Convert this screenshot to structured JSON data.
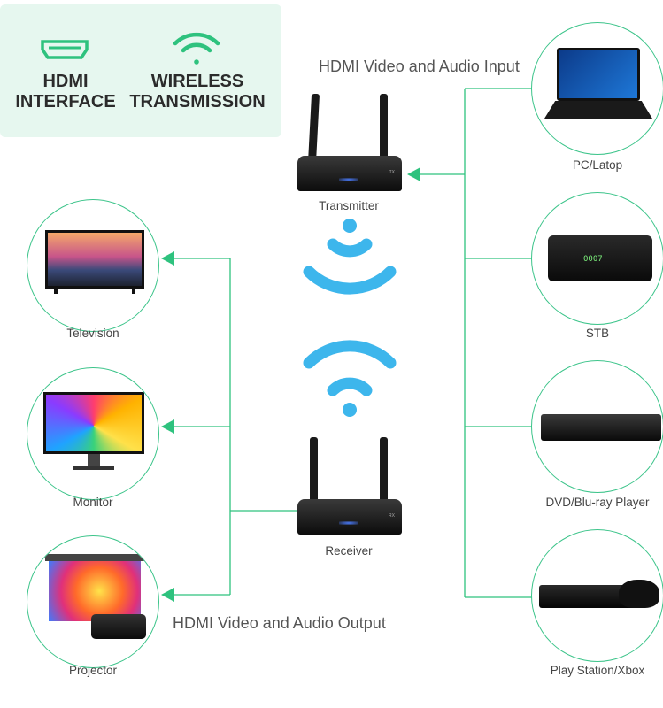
{
  "features": [
    {
      "icon": "hdmi-icon",
      "line1": "HDMI",
      "line2": "INTERFACE"
    },
    {
      "icon": "wifi-icon",
      "line1": "WIRELESS",
      "line2": "TRANSMISSION"
    }
  ],
  "input_title": "HDMI Video and Audio Input",
  "output_title": "HDMI Video and Audio Output",
  "transmitter": {
    "label": "Transmitter",
    "badge": "TX"
  },
  "receiver": {
    "label": "Receiver",
    "badge": "RX"
  },
  "sources": [
    {
      "label": "PC/Latop"
    },
    {
      "label": "STB",
      "display": "0007"
    },
    {
      "label": "DVD/Blu-ray Player"
    },
    {
      "label": "Play Station/Xbox"
    }
  ],
  "displays": [
    {
      "label": "Television"
    },
    {
      "label": "Monitor"
    },
    {
      "label": "Projector"
    }
  ],
  "colors": {
    "accent": "#2ec27e",
    "wifi": "#3db6ec",
    "panel": "#e6f7ef"
  }
}
